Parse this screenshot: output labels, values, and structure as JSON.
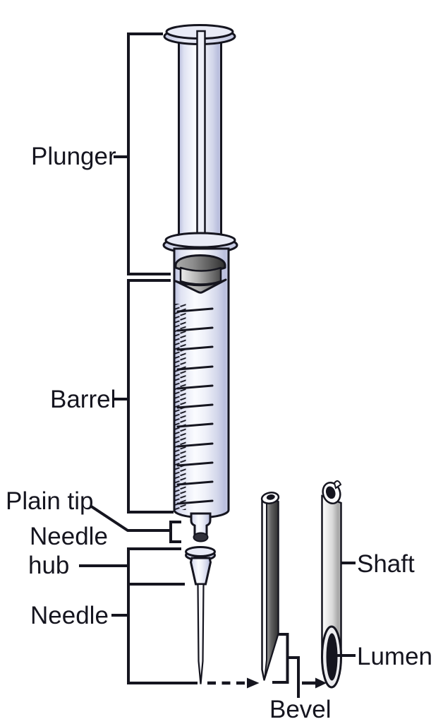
{
  "diagram": {
    "background": "#ffffff",
    "ink_color": "#15151f",
    "body_tint": "#dfe2f2",
    "stopper_tint": "#8a8a8a",
    "labels": {
      "plunger": "Plunger",
      "barrel": "Barrel",
      "plain_tip": "Plain tip",
      "needle_hub_line1": "Needle",
      "needle_hub_line2": "hub",
      "needle": "Needle",
      "shaft": "Shaft",
      "lumen": "Lumen",
      "bevel": "Bevel"
    }
  }
}
